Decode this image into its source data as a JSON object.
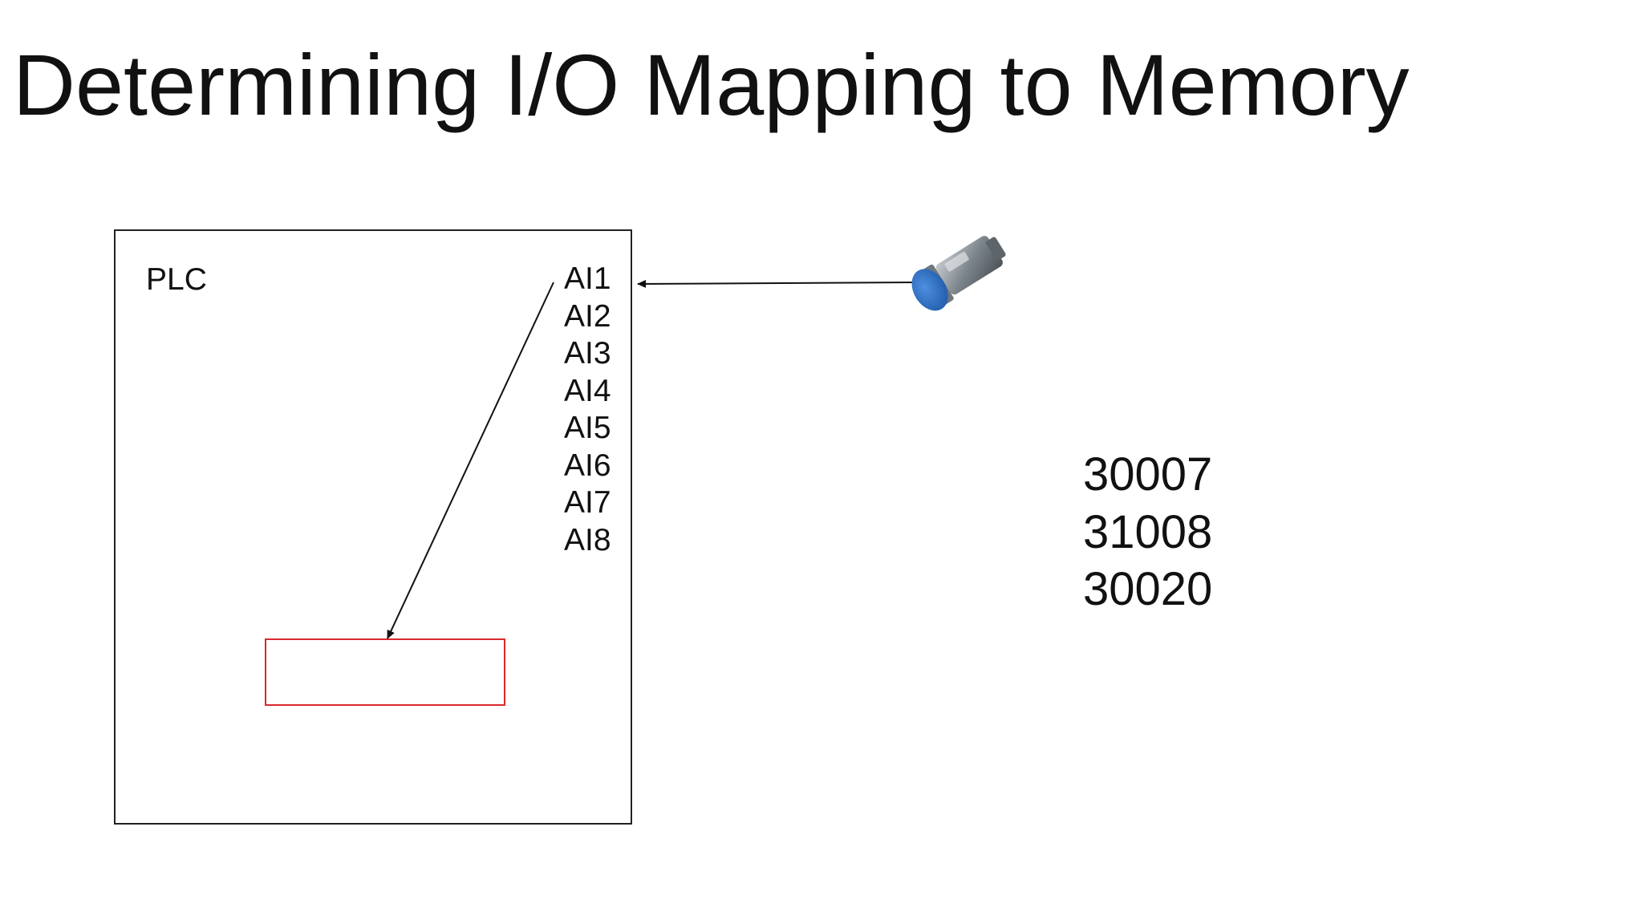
{
  "slide": {
    "title": "Determining I/O Mapping to Memory"
  },
  "plc": {
    "label": "PLC",
    "analog_inputs": [
      "AI1",
      "AI2",
      "AI3",
      "AI4",
      "AI5",
      "AI6",
      "AI7",
      "AI8"
    ]
  },
  "addresses": [
    "30007",
    "31008",
    "30020"
  ],
  "colors": {
    "memory_slot_border": "#d8292f",
    "sensor_face": "#2f6fc4",
    "sensor_body": "#8a9096"
  },
  "icons": {
    "sensor": "proximity-sensor-icon"
  }
}
